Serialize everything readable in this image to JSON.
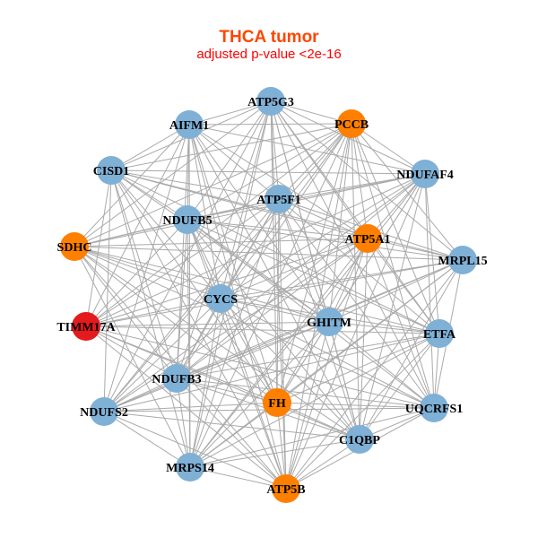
{
  "title": "THCA tumor",
  "subtitle": "adjusted p-value <2e-16",
  "colors": {
    "blue": "#7fb0d5",
    "orange": "#ff7f00",
    "red": "#e41a1c",
    "edge": "#aaaaaa"
  },
  "nodes": [
    {
      "label": "ATP5G3",
      "group": "blue"
    },
    {
      "label": "AIFM1",
      "group": "blue"
    },
    {
      "label": "PCCB",
      "group": "orange"
    },
    {
      "label": "CISD1",
      "group": "blue"
    },
    {
      "label": "NDUFAF4",
      "group": "blue"
    },
    {
      "label": "ATP5F1",
      "group": "blue"
    },
    {
      "label": "NDUFB5",
      "group": "blue"
    },
    {
      "label": "ATP5A1",
      "group": "orange"
    },
    {
      "label": "SDHC",
      "group": "orange"
    },
    {
      "label": "MRPL15",
      "group": "blue"
    },
    {
      "label": "CYCS",
      "group": "blue"
    },
    {
      "label": "GHITM",
      "group": "blue"
    },
    {
      "label": "TIMM17A",
      "group": "red"
    },
    {
      "label": "ETFA",
      "group": "blue"
    },
    {
      "label": "NDUFB3",
      "group": "blue"
    },
    {
      "label": "FH",
      "group": "orange"
    },
    {
      "label": "NDUFS2",
      "group": "blue"
    },
    {
      "label": "UQCRFS1",
      "group": "blue"
    },
    {
      "label": "C1QBP",
      "group": "blue"
    },
    {
      "label": "MRPS14",
      "group": "blue"
    },
    {
      "label": "ATP5B",
      "group": "orange"
    }
  ],
  "adjacency": {
    "0": [
      1,
      2,
      3,
      4,
      5,
      6,
      7,
      8,
      9,
      10,
      11,
      13,
      14,
      15,
      16,
      17,
      18,
      19,
      20
    ],
    "1": [
      2,
      3,
      4,
      5,
      6,
      7,
      8,
      10,
      11,
      12,
      14,
      15,
      16,
      18,
      19,
      20
    ],
    "2": [
      3,
      4,
      5,
      6,
      7,
      8,
      9,
      10,
      11,
      12,
      13,
      14,
      15,
      16,
      17,
      18,
      19,
      20
    ],
    "3": [
      4,
      5,
      6,
      7,
      9,
      10,
      11,
      12,
      13,
      14,
      15,
      16,
      19,
      20
    ],
    "4": [
      5,
      6,
      7,
      8,
      10,
      11,
      12,
      13,
      14,
      15,
      16,
      17,
      18,
      19,
      20
    ],
    "5": [
      6,
      7,
      8,
      9,
      10,
      11,
      12,
      13,
      14,
      15,
      16,
      17,
      18,
      19,
      20
    ],
    "6": [
      7,
      8,
      9,
      10,
      11,
      12,
      13,
      14,
      15,
      17,
      18,
      19,
      20
    ],
    "7": [
      8,
      9,
      10,
      11,
      12,
      13,
      14,
      15,
      16,
      17,
      18,
      19,
      20
    ],
    "8": [
      9,
      10,
      11,
      13,
      14,
      15,
      17,
      18,
      19,
      20
    ],
    "9": [
      10,
      11,
      12,
      14,
      15,
      16,
      17,
      18,
      19,
      20
    ],
    "10": [
      11,
      12,
      13,
      14,
      15,
      16,
      17,
      18,
      19,
      20
    ],
    "11": [
      12,
      13,
      14,
      15,
      16,
      17,
      18,
      19,
      20
    ],
    "12": [
      13,
      14,
      15,
      17,
      18,
      20
    ],
    "13": [
      14,
      15,
      16,
      17,
      18,
      19,
      20
    ],
    "14": [
      15,
      16,
      17,
      18,
      19,
      20
    ],
    "15": [
      16,
      17,
      18,
      19,
      20
    ],
    "16": [
      17,
      18,
      19,
      20
    ],
    "17": [
      18,
      19,
      20
    ],
    "18": [
      19,
      20
    ],
    "19": [
      20
    ]
  }
}
